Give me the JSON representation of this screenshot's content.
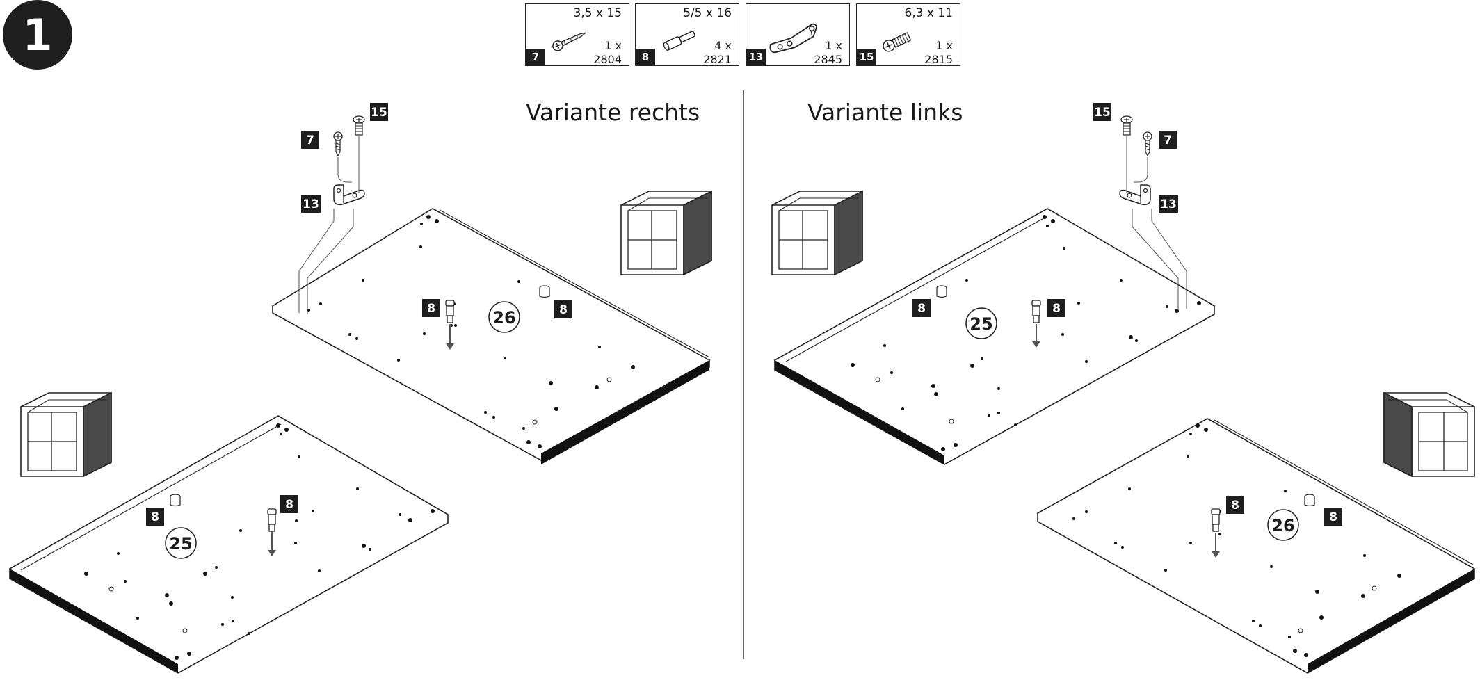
{
  "step": {
    "number": "1"
  },
  "parts": [
    {
      "tag": "7",
      "dimension": "3,5 x 15",
      "quantity": "1 x",
      "code": "2804",
      "icon": "wood-screw-icon"
    },
    {
      "tag": "8",
      "dimension": "5/5 x 16",
      "quantity": "4 x",
      "code": "2821",
      "icon": "connector-pin-icon"
    },
    {
      "tag": "13",
      "dimension": "",
      "quantity": "1 x",
      "code": "2845",
      "icon": "hinge-bracket-icon"
    },
    {
      "tag": "15",
      "dimension": "6,3 x 11",
      "quantity": "1 x",
      "code": "2815",
      "icon": "machine-screw-icon"
    }
  ],
  "variants": {
    "right": {
      "title": "Variante rechts",
      "panel_top": "26",
      "panel_bottom": "25"
    },
    "left": {
      "title": "Variante links",
      "panel_top": "25",
      "panel_bottom": "26"
    }
  },
  "callouts": {
    "screw": "7",
    "pin": "8",
    "bracket": "13",
    "bolt": "15"
  },
  "colors": {
    "ink": "#1e1e1e",
    "edge": "#111111",
    "cabinet_side": "#4a4a4a"
  }
}
